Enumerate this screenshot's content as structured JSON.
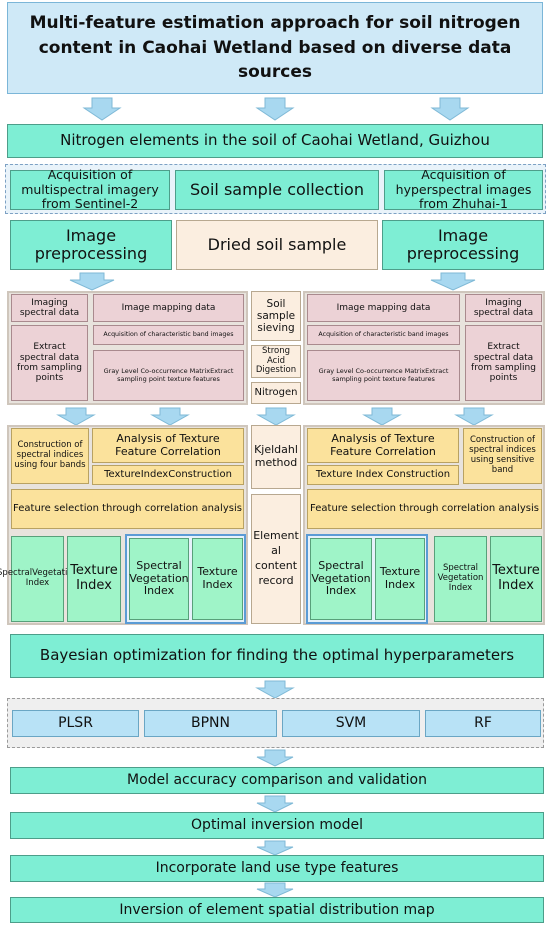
{
  "title": "Multi-feature estimation approach for soil nitrogen content in Caohai Wetland based on diverse data sources",
  "nitrogen_elements": "Nitrogen elements in the soil of Caohai Wetland, Guizhou",
  "acq_multi": "Acquisition of multispectral imagery from Sentinel-2",
  "soil_collection": "Soil sample collection",
  "acq_hyper": "Acquisition of hyperspectral images from Zhuhai-1",
  "preproc_left": "Image preprocessing",
  "dried": "Dried soil sample",
  "preproc_right": "Image preprocessing",
  "left": {
    "imaging": "Imaging spectral data",
    "mapping": "Image mapping data",
    "extract": "Extract spectral data from sampling points",
    "char_band": "Acquisition of characteristic band images",
    "glcm": "Gray Level Co-occurrence MatrixExtract sampling point texture features",
    "construction": "Construction of spectral indices using four bands",
    "texture_corr": "Analysis of Texture Feature Correlation",
    "texture_idx_con": "TextureIndexConstruction",
    "feature_sel": "Feature selection through correlation analysis",
    "svi_small": "SpectralVegetation Index",
    "ti_big": "Texture Index",
    "svi_mid": "Spectral Vegetation Index",
    "ti_mid": "Texture Index"
  },
  "center": {
    "sieving": "Soil sample sieving",
    "digestion": "Strong Acid Digestion",
    "nitrogen": "Nitrogen",
    "kjeldahl": "Kjeldahl method",
    "record": "Element al content record"
  },
  "right": {
    "mapping": "Image mapping data",
    "imaging": "Imaging spectral data",
    "char_band": "Acquisition of characteristic band images",
    "extract": "Extract spectral data from sampling points",
    "glcm": "Gray Level Co-occurrence MatrixExtract sampling point texture features",
    "texture_corr": "Analysis of Texture Feature Correlation",
    "texture_idx_con": "Texture Index Construction",
    "construction": "Construction of spectral indices using sensitive band",
    "feature_sel": "Feature selection through correlation analysis",
    "svi_big": "Spectral Vegetation Index",
    "ti_mid": "Texture Index",
    "svi_small": "Spectral Vegetation Index",
    "ti_big": "Texture Index"
  },
  "bayesian": "Bayesian optimization for finding the optimal hyperparameters",
  "models": [
    "PLSR",
    "BPNN",
    "SVM",
    "RF"
  ],
  "accuracy": "Model accuracy comparison and validation",
  "optimal": "Optimal inversion model",
  "landuse": "Incorporate land use type features",
  "inversion": "Inversion of element spatial distribution map",
  "colors": {
    "arrow": "#a8d8f0",
    "teal": "#7eeed4",
    "pink": "#ecd2d6",
    "yellow": "#fbe29c",
    "green": "#9ff4c8",
    "blue": "#b8e2f6"
  }
}
